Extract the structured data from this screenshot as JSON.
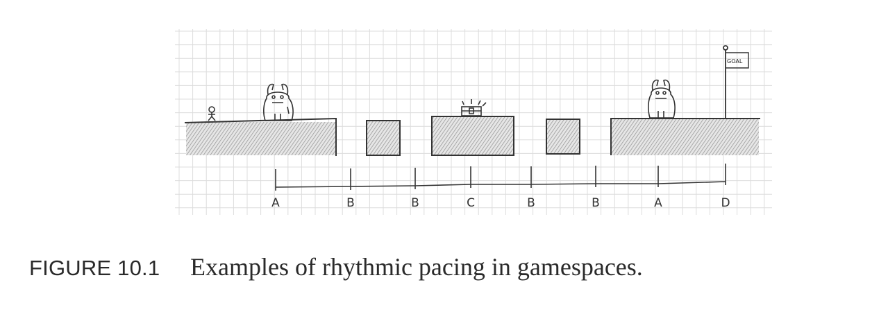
{
  "figure": {
    "label": "FIGURE 10.1",
    "caption": "Examples of rhythmic pacing in gamespaces.",
    "goal_flag_text": "GOAL",
    "timeline_labels": [
      "A",
      "B",
      "B",
      "C",
      "B",
      "B",
      "A",
      "D"
    ],
    "elements": {
      "player": "stick-figure-player-icon",
      "enemies": [
        "horned-monster-icon",
        "horned-monster-icon"
      ],
      "treasure": "treasure-chest-icon",
      "goal": "goal-flag-icon"
    },
    "colors": {
      "ink": "#333333",
      "grid": "#d9d9d9",
      "hatch": "#8a8a8a"
    }
  }
}
